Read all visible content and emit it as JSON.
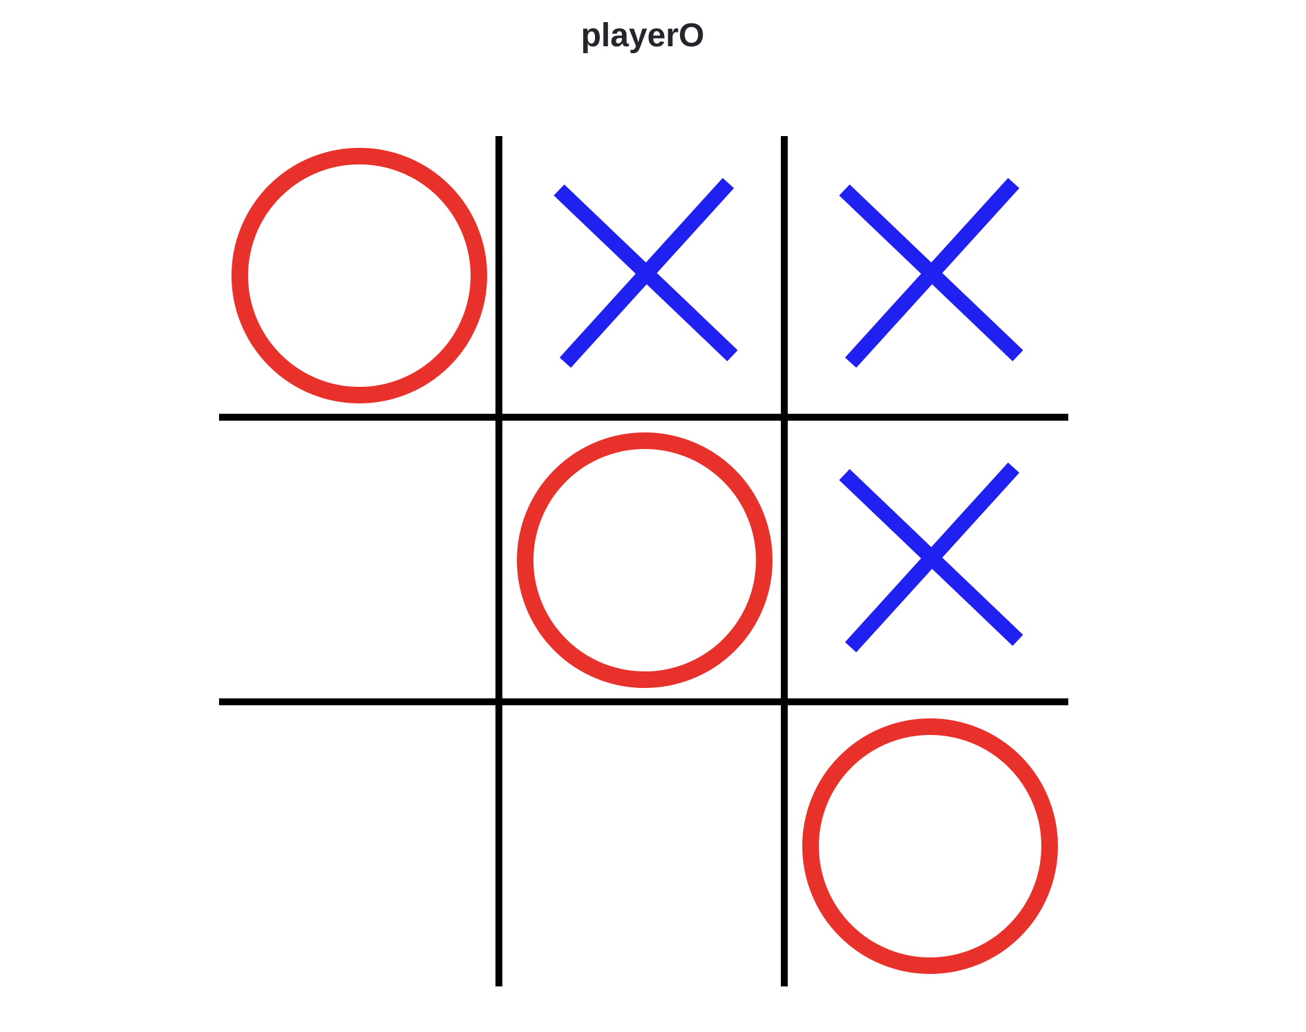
{
  "status": {
    "text": "playerO"
  },
  "colors": {
    "o_mark": "#e8312a",
    "x_mark": "#2020f0",
    "grid": "#000000",
    "title": "#24262b"
  },
  "board": {
    "cells": [
      "O",
      "X",
      "X",
      "",
      "O",
      "X",
      "",
      "",
      "O"
    ]
  }
}
